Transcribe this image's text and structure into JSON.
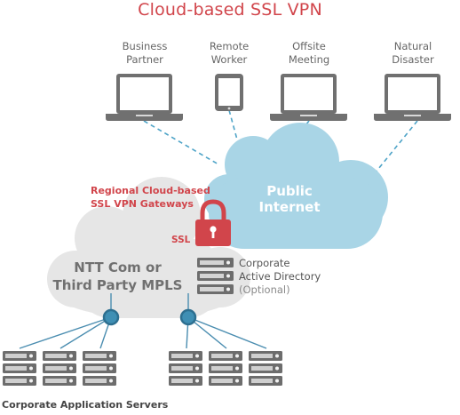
{
  "title": "Cloud-based SSL VPN",
  "devices": [
    {
      "line1": "Business",
      "line2": "Partner",
      "icon": "laptop-icon"
    },
    {
      "line1": "Remote",
      "line2": "Worker",
      "icon": "tablet-icon"
    },
    {
      "line1": "Offsite",
      "line2": "Meeting",
      "icon": "laptop-icon"
    },
    {
      "line1": "Natural",
      "line2": "Disaster",
      "icon": "laptop-icon"
    }
  ],
  "gateway": {
    "line1": "Regional Cloud-based",
    "line2": "SSL VPN Gateways"
  },
  "ssl_label": "SSL",
  "public_internet": {
    "line1": "Public",
    "line2": "Internet"
  },
  "mpls": {
    "line1": "NTT Com or",
    "line2": "Third Party MPLS"
  },
  "active_directory": {
    "line1": "Corporate",
    "line2": "Active Directory",
    "line3": "(Optional)"
  },
  "servers_label": "Corporate Application Servers",
  "colors": {
    "accent_red": "#d1454b",
    "internet_cloud": "#a9d5e6",
    "mpls_cloud": "#e6e6e6",
    "device_gray": "#707070",
    "link_blue": "#4da3c7",
    "hub_blue": "#3f8fb4"
  }
}
